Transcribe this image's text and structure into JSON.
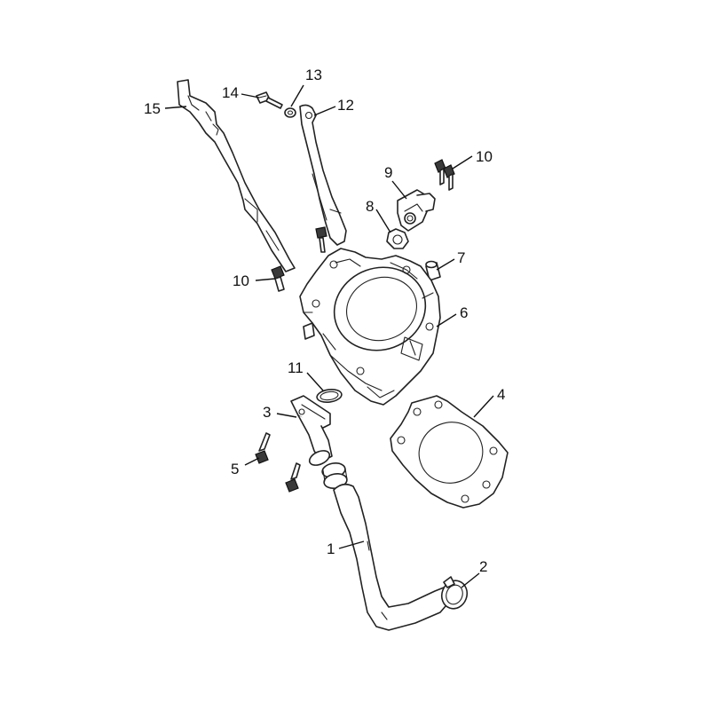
{
  "callouts": {
    "c1": "1",
    "c2": "2",
    "c3": "3",
    "c4": "4",
    "c5": "5",
    "c6": "6",
    "c7": "7",
    "c8": "8",
    "c9": "9",
    "c10a": "10",
    "c10b": "10",
    "c11": "11",
    "c12": "12",
    "c13": "13",
    "c14": "14",
    "c15": "15"
  }
}
